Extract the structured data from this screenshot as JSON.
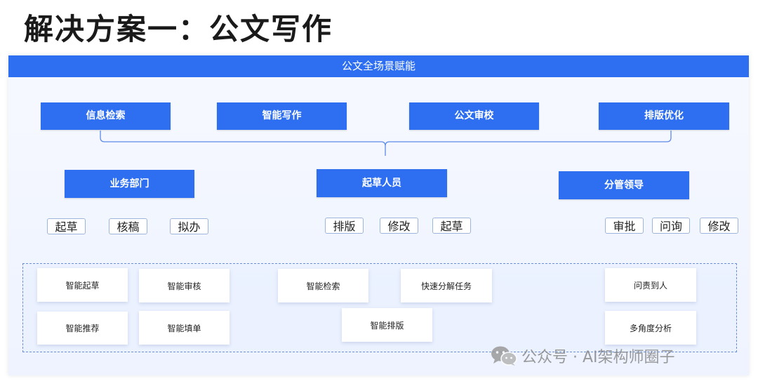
{
  "title": "解决方案一：公文写作",
  "banner": "公文全场景赋能",
  "capabilities": [
    "信息检索",
    "智能写作",
    "公文审校",
    "排版优化"
  ],
  "roles": [
    "业务部门",
    "起草人员",
    "分管领导"
  ],
  "role_tags": {
    "business": [
      "起草",
      "核稿",
      "拟办"
    ],
    "drafter": [
      "排版",
      "修改",
      "起草"
    ],
    "leader": [
      "审批",
      "问询",
      "修改"
    ]
  },
  "functions": {
    "business": [
      "智能起草",
      "智能审核",
      "智能推荐",
      "智能填单"
    ],
    "drafter": [
      "智能检索",
      "快速分解任务",
      "智能排版"
    ],
    "leader": [
      "问责到人",
      "多角度分析"
    ]
  },
  "watermark": {
    "text": "公众号 · AI架构师圈子",
    "icon": "wechat-icon"
  },
  "colors": {
    "accent": "#2e6ff2",
    "connector": "#5b8ae8"
  }
}
